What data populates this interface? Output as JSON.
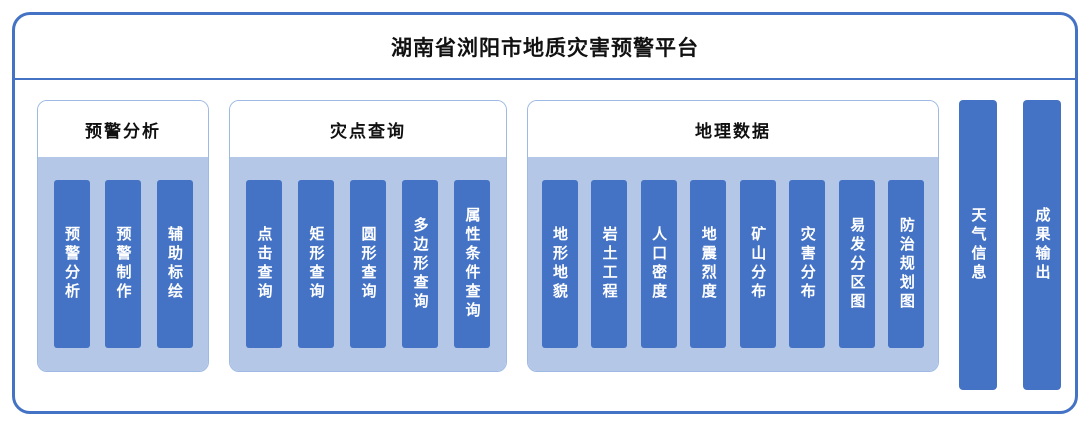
{
  "title": "湖南省浏阳市地质灾害预警平台",
  "groups": [
    {
      "label": "预警分析",
      "items": [
        "预警分析",
        "预警制作",
        "辅助标绘"
      ]
    },
    {
      "label": "灾点查询",
      "items": [
        "点击查询",
        "矩形查询",
        "圆形查询",
        "多边形查询",
        "属性条件查询"
      ]
    },
    {
      "label": "地理数据",
      "items": [
        "地形地貌",
        "岩土工程",
        "人口密度",
        "地震烈度",
        "矿山分布",
        "灾害分布",
        "易发分区图",
        "防治规划图"
      ]
    }
  ],
  "standalone": [
    {
      "label": "天气信息"
    },
    {
      "label": "成果输出"
    }
  ],
  "colors": {
    "border": "#4472C4",
    "bar": "#4472C4",
    "group_bg": "#B4C7E7"
  }
}
